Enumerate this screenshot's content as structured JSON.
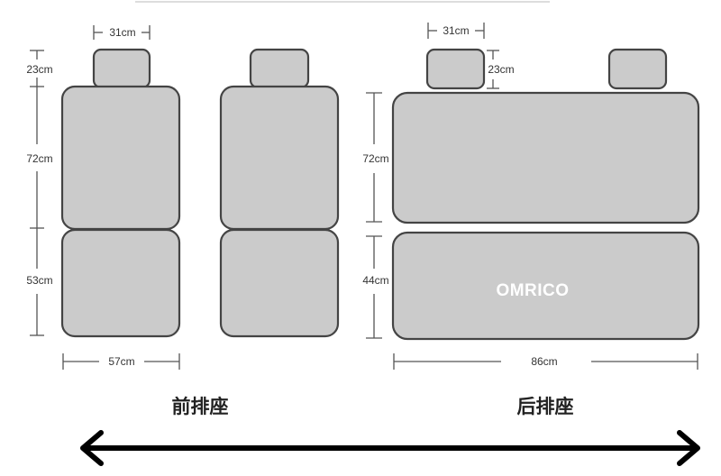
{
  "front": {
    "label": "前排座",
    "dims": {
      "headrest_width": "31cm",
      "headrest_height": "23cm",
      "back_height": "72cm",
      "cushion_height": "53cm",
      "width": "57cm"
    }
  },
  "rear": {
    "label": "后排座",
    "dims": {
      "headrest_width": "31cm",
      "headrest_height": "23cm",
      "back_height": "72cm",
      "cushion_height": "44cm",
      "width": "86cm"
    }
  },
  "brand": "OMRICO",
  "colors": {
    "piece_fill": "#cbcbcb",
    "piece_outline": "#444444",
    "arrow": "#000000"
  }
}
